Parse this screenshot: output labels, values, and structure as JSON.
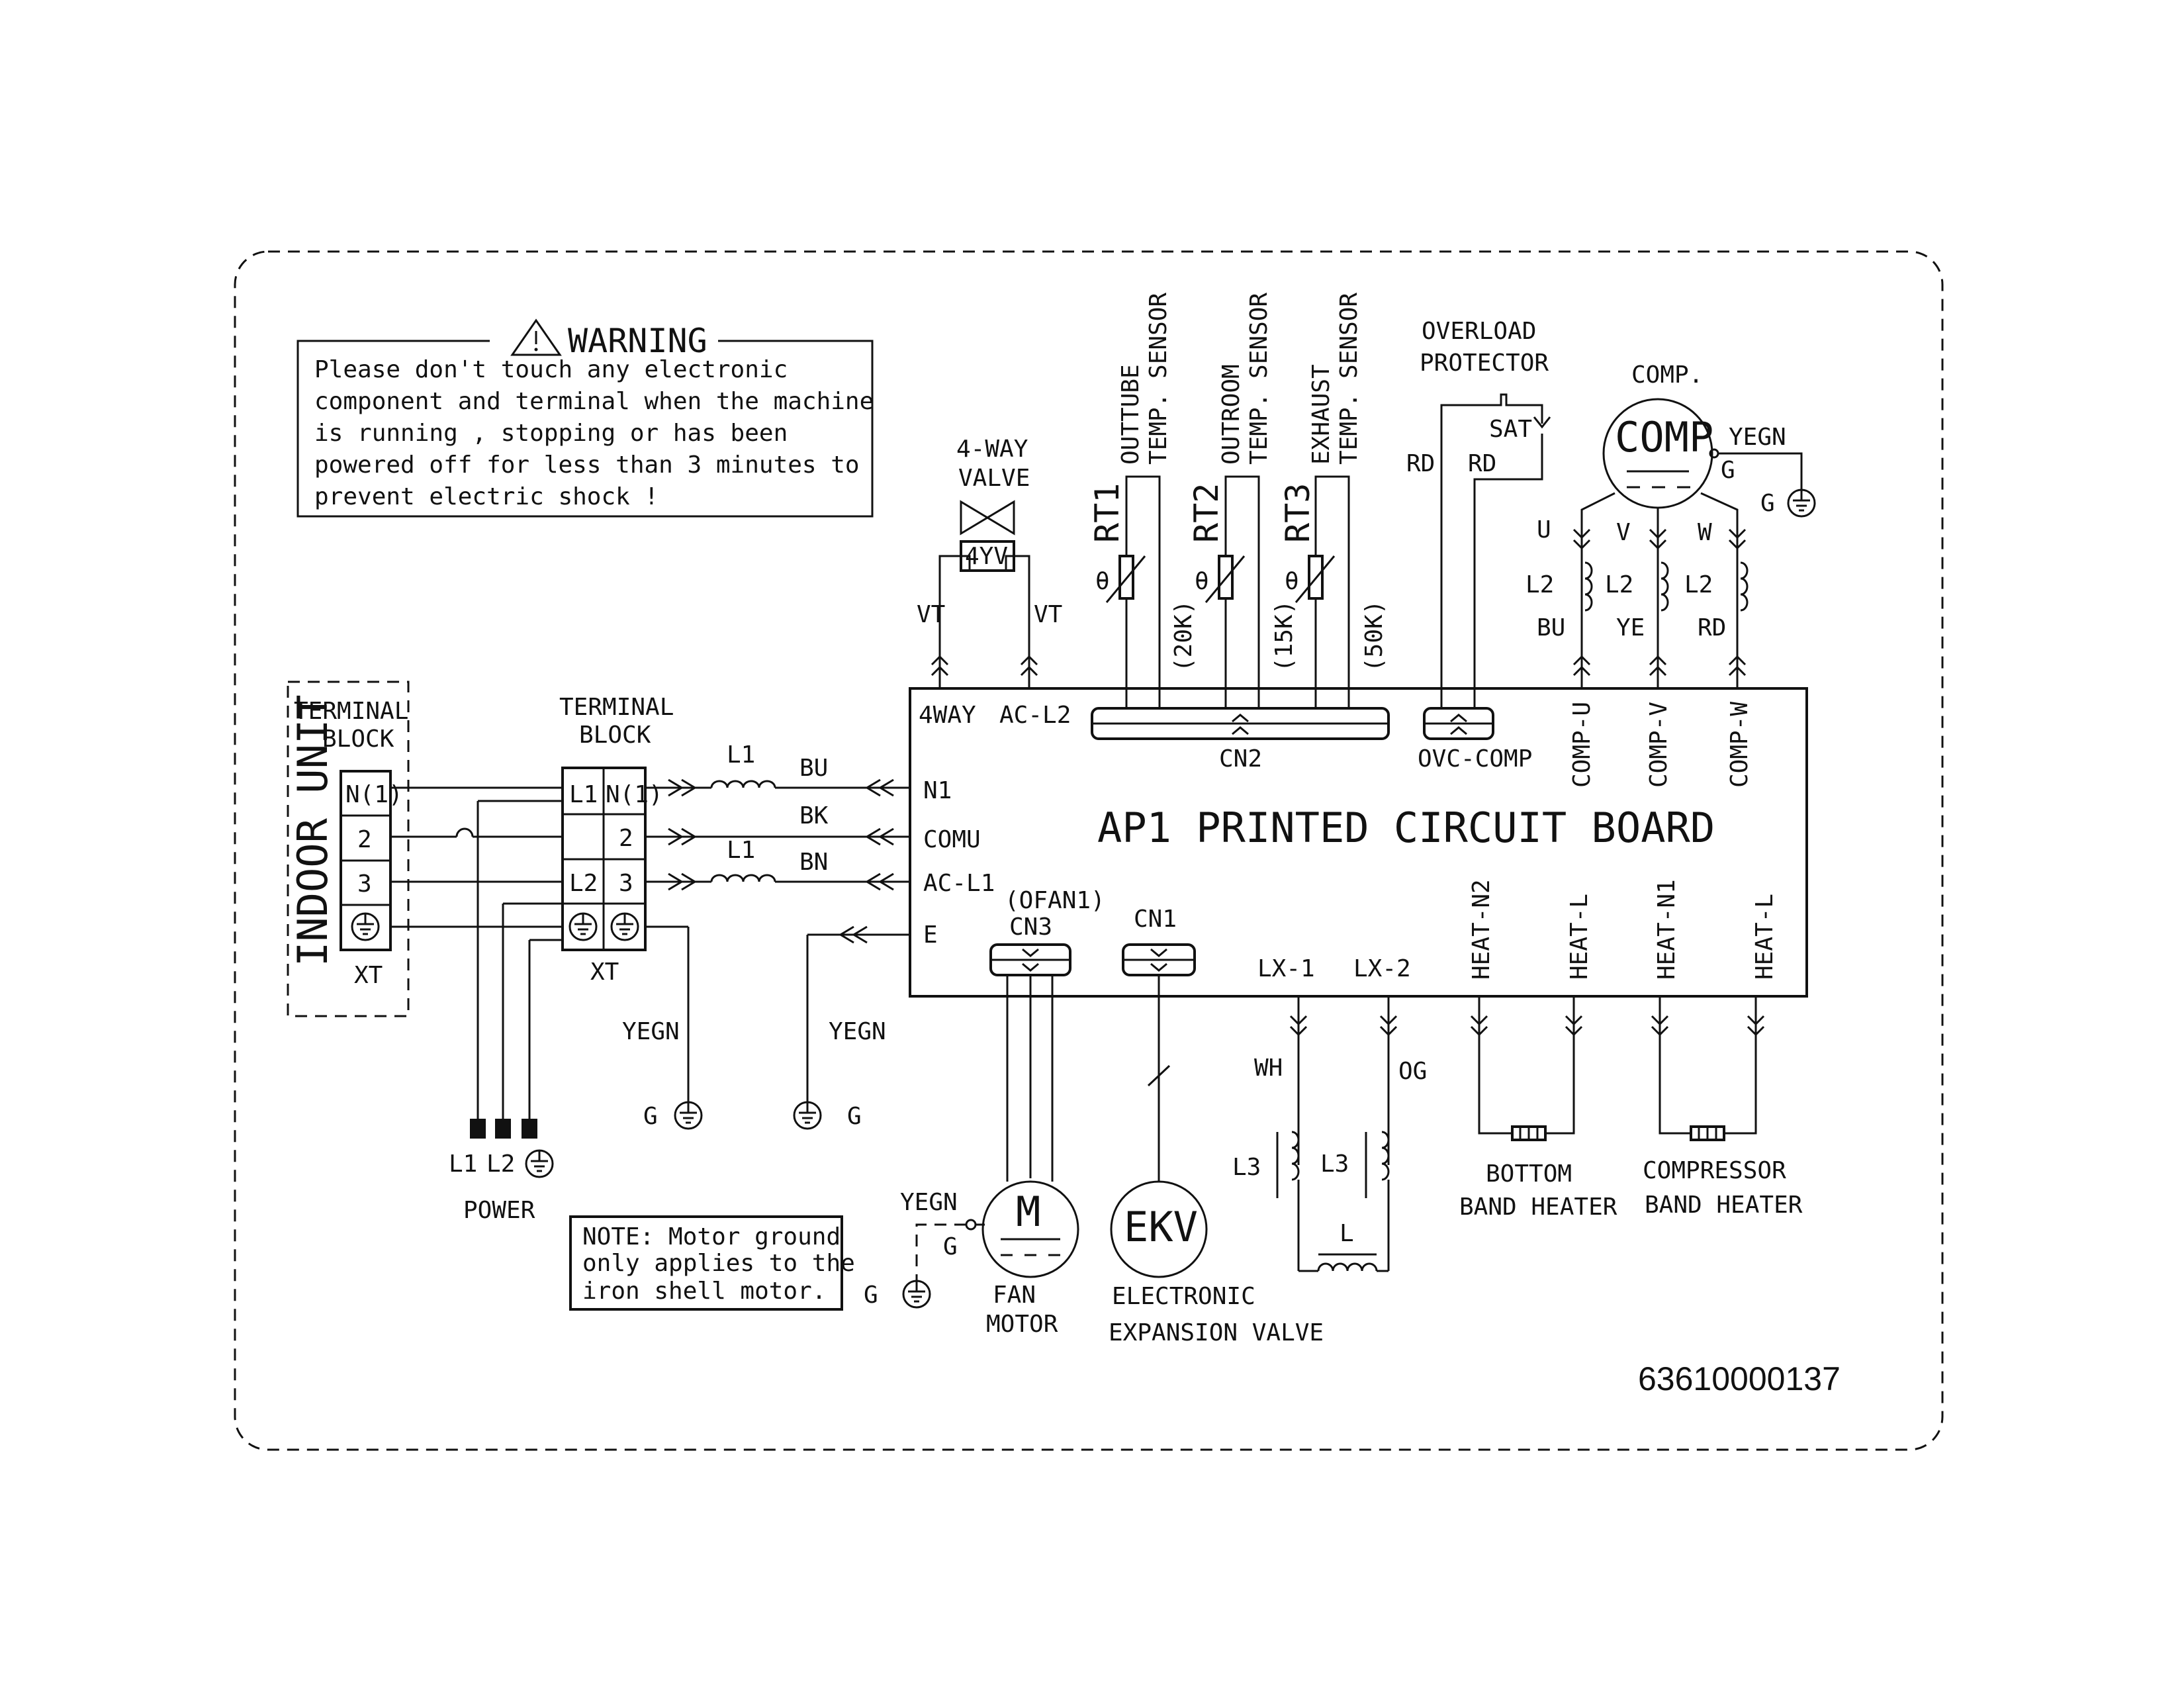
{
  "warning": {
    "title": "WARNING",
    "lines": [
      "Please don't touch any electronic",
      "component and terminal when the machine",
      "is running , stopping or has been",
      "powered off for less than 3 minutes to",
      "prevent electric shock !"
    ]
  },
  "indoor": {
    "side_label": "INDOOR UNIT",
    "block_title": [
      "TERMINAL",
      "BLOCK"
    ],
    "terminals": [
      "N(1)",
      "2",
      "3"
    ],
    "xt": "XT"
  },
  "outdoor_block": {
    "title": [
      "TERMINAL",
      "BLOCK"
    ],
    "left": [
      "L1",
      "",
      "L2"
    ],
    "right": [
      "N(1)",
      "2",
      "3"
    ],
    "xt": "XT"
  },
  "power": {
    "labels": [
      "L1",
      "L2"
    ],
    "title": "POWER"
  },
  "wires": {
    "bu": "BU",
    "bk": "BK",
    "bn": "BN",
    "l1a": "L1",
    "l1b": "L1",
    "yegn1": "YEGN",
    "yegn2": "YEGN",
    "g1": "G",
    "g2": "G"
  },
  "valve": {
    "title": [
      "4-WAY",
      "VALVE"
    ],
    "code": "4YV",
    "vt1": "VT",
    "vt2": "VT"
  },
  "sensors": [
    {
      "name": [
        "OUTTUBE",
        "TEMP. SENSOR"
      ],
      "rt": "RT1",
      "res": "(20K)"
    },
    {
      "name": [
        "OUTROOM",
        "TEMP. SENSOR"
      ],
      "rt": "RT2",
      "res": "(15K)"
    },
    {
      "name": [
        "EXHAUST",
        "TEMP. SENSOR"
      ],
      "rt": "RT3",
      "res": "(50K)"
    }
  ],
  "overload": {
    "title": [
      "OVERLOAD",
      "PROTECTOR"
    ],
    "sat": "SAT",
    "rd1": "RD",
    "rd2": "RD"
  },
  "comp": {
    "title": "COMP.",
    "symbol": "COMP",
    "yegn": "YEGN",
    "g1": "G",
    "g2": "G",
    "phases": [
      "U",
      "V",
      "W"
    ],
    "coils": [
      "L2",
      "L2",
      "L2"
    ],
    "colors": [
      "BU",
      "YE",
      "RD"
    ]
  },
  "pcb": {
    "title": "AP1 PRINTED CIRCUIT BOARD",
    "ports_top": [
      "4WAY",
      "AC-L2"
    ],
    "cn2": "CN2",
    "ovc": "OVC-COMP",
    "comp_ports": [
      "COMP-U",
      "COMP-V",
      "COMP-W"
    ],
    "left_ports": [
      "N1",
      "COMU",
      "AC-L1",
      "E"
    ],
    "cn3": [
      "(OFAN1)",
      "CN3"
    ],
    "cn1": "CN1",
    "lx": [
      "LX-1",
      "LX-2"
    ],
    "heat_ports": [
      "HEAT-N2",
      "HEAT-L",
      "HEAT-N1",
      "HEAT-L"
    ]
  },
  "fan": {
    "symbol": "M",
    "yegn": "YEGN",
    "g": "G",
    "g2": "G",
    "title": [
      "FAN",
      "MOTOR"
    ]
  },
  "ekv": {
    "symbol": "EKV",
    "title": [
      "ELECTRONIC",
      "EXPANSION VALVE"
    ]
  },
  "reactor": {
    "wh": "WH",
    "og": "OG",
    "l3a": "L3",
    "l3b": "L3",
    "l": "L"
  },
  "heaters": [
    {
      "title": [
        "BOTTOM",
        "BAND HEATER"
      ]
    },
    {
      "title": [
        "COMPRESSOR",
        "BAND HEATER"
      ]
    }
  ],
  "note": {
    "lines": [
      "NOTE: Motor ground",
      "only applies to the",
      "iron shell motor."
    ]
  },
  "part_number": "63610000137"
}
